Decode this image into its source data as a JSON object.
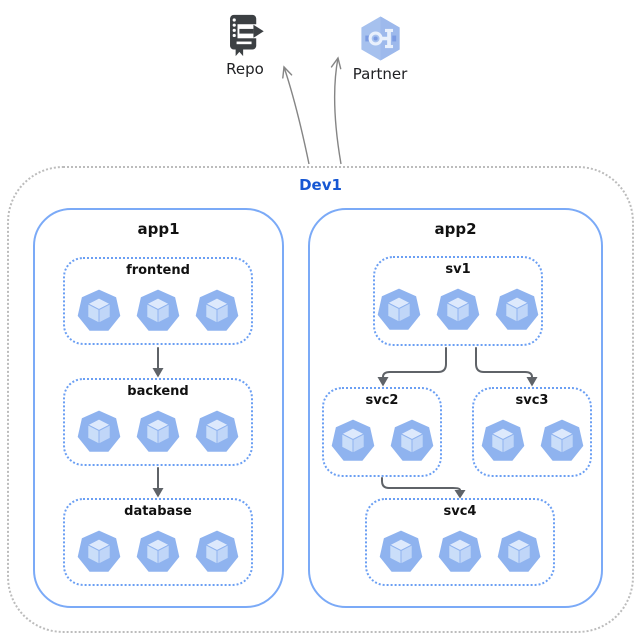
{
  "page": {
    "background": "#ffffff"
  },
  "external_nodes": {
    "repo": {
      "label": "Repo",
      "icon": "source-repository-icon"
    },
    "partner": {
      "label": "Partner",
      "icon": "partner-hexagon-icon"
    }
  },
  "cluster": {
    "label": "Dev1",
    "apps": [
      {
        "label": "app1",
        "services": [
          {
            "label": "frontend",
            "pod_count": 3
          },
          {
            "label": "backend",
            "pod_count": 3
          },
          {
            "label": "database",
            "pod_count": 3
          }
        ]
      },
      {
        "label": "app2",
        "services": [
          {
            "label": "sv1",
            "pod_count": 3
          },
          {
            "label": "svc2",
            "pod_count": 2
          },
          {
            "label": "svc3",
            "pod_count": 2
          },
          {
            "label": "svc4",
            "pod_count": 3
          }
        ]
      }
    ],
    "flows": [
      {
        "from": "frontend",
        "to": "backend"
      },
      {
        "from": "backend",
        "to": "database"
      },
      {
        "from": "sv1",
        "to": "svc2"
      },
      {
        "from": "sv1",
        "to": "svc3"
      },
      {
        "from": "svc2",
        "to": "svc4"
      },
      {
        "from": "Dev1",
        "to": "Repo"
      },
      {
        "from": "Dev1",
        "to": "Partner"
      }
    ]
  },
  "colors": {
    "cluster_border": "#bcbcbc",
    "cluster_label": "#1657d3",
    "app_border": "#7baaf7",
    "service_border": "#6b9ff3",
    "flow_arrow": "#5f6368",
    "external_arrow": "#858585",
    "pod_heptagon": "#8fb3ef",
    "pod_cube_top": "#dde9fc",
    "repo_icon": "#3c4043",
    "partner_hexagon": "#a6c1ee"
  }
}
